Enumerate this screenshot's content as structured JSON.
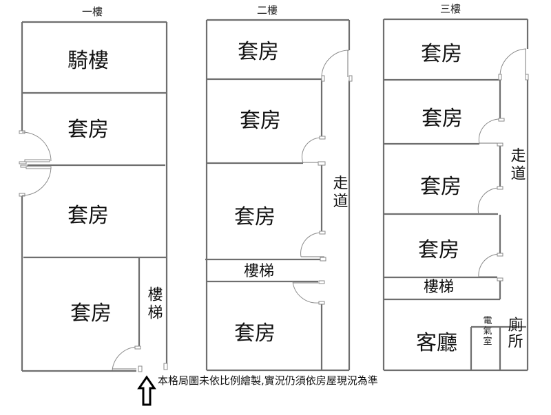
{
  "floors": [
    {
      "title": "一樓",
      "rooms": [
        {
          "label": "騎樓"
        },
        {
          "label": "套房"
        },
        {
          "label": "套房"
        },
        {
          "label": "套房"
        },
        {
          "label": "樓梯"
        }
      ]
    },
    {
      "title": "二樓",
      "rooms": [
        {
          "label": "套房"
        },
        {
          "label": "套房"
        },
        {
          "label": "套房"
        },
        {
          "label": "樓梯"
        },
        {
          "label": "套房"
        },
        {
          "label": "走道"
        }
      ]
    },
    {
      "title": "三樓",
      "rooms": [
        {
          "label": "套房"
        },
        {
          "label": "套房"
        },
        {
          "label": "套房"
        },
        {
          "label": "套房"
        },
        {
          "label": "樓梯"
        },
        {
          "label": "走道"
        },
        {
          "label": "客廳"
        },
        {
          "label": "電氣室"
        },
        {
          "label": "廁所"
        }
      ]
    }
  ],
  "footnote": "本格局圖未依比例繪製,實況仍須依房屋現況為準",
  "entrance_icon": "up-arrow-icon"
}
